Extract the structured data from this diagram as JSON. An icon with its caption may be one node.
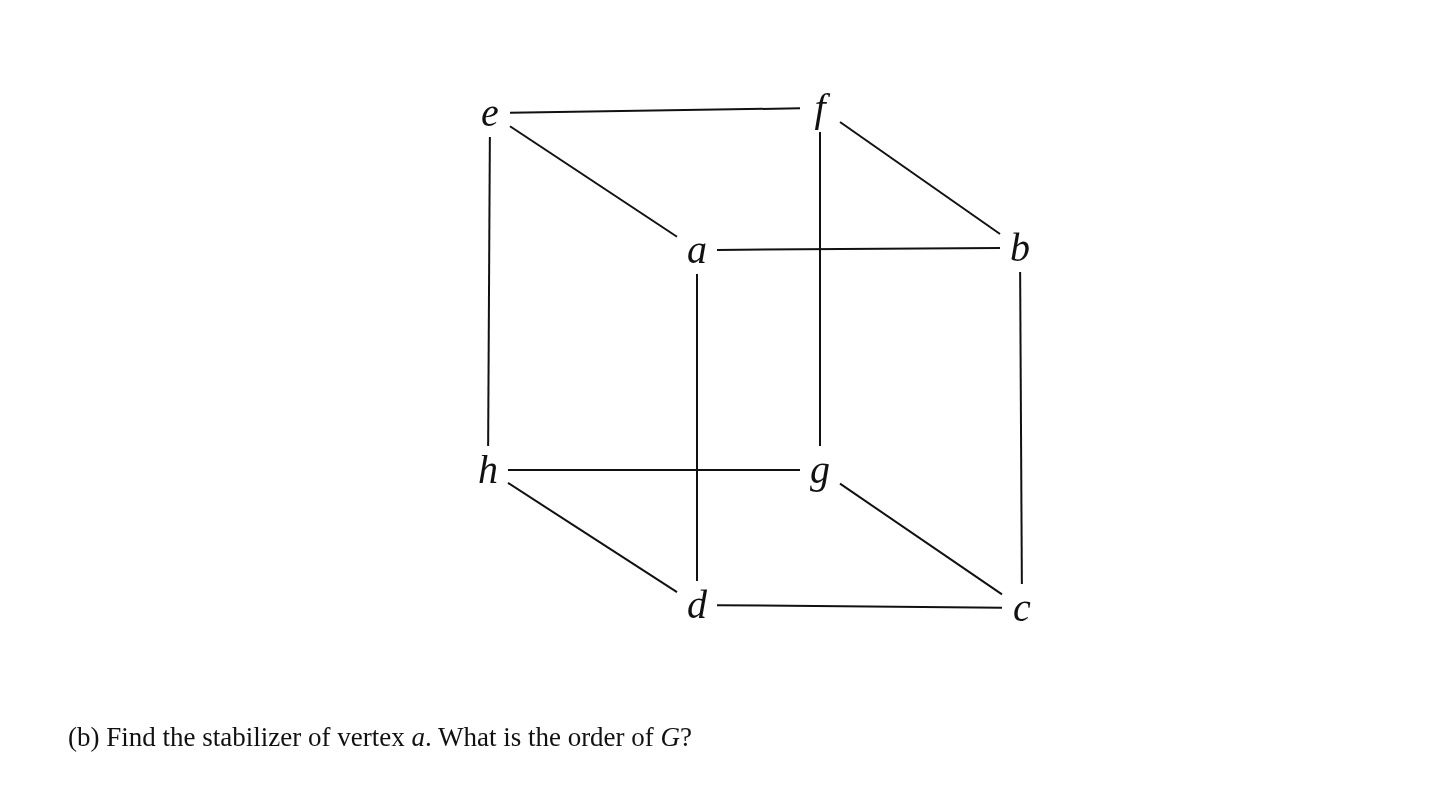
{
  "diagram": {
    "caption": "(b) Find the stabilizer of vertex *a*. What is the order of *G*?",
    "nodes": [
      {
        "text": [
          "e"
        ]
      },
      {
        "text": [
          "f"
        ]
      },
      {
        "text": [
          "a"
        ]
      },
      {
        "text": [
          "b"
        ]
      },
      {
        "text": [
          "h"
        ]
      },
      {
        "text": [
          "g"
        ]
      },
      {
        "text": [
          "d"
        ]
      },
      {
        "text": [
          "c"
        ]
      }
    ],
    "edges": [
      {
        "from": 0,
        "to": 1,
        "arrow": "none"
      },
      {
        "from": 0,
        "to": 2,
        "arrow": "none"
      },
      {
        "from": 0,
        "to": 4,
        "arrow": "none"
      },
      {
        "from": 1,
        "to": 3,
        "arrow": "none"
      },
      {
        "from": 1,
        "to": 5,
        "arrow": "none"
      },
      {
        "from": 2,
        "to": 3,
        "arrow": "none"
      },
      {
        "from": 2,
        "to": 6,
        "arrow": "none"
      },
      {
        "from": 3,
        "to": 7,
        "arrow": "none"
      },
      {
        "from": 4,
        "to": 5,
        "arrow": "none"
      },
      {
        "from": 4,
        "to": 6,
        "arrow": "none"
      },
      {
        "from": 5,
        "to": 7,
        "arrow": "none"
      },
      {
        "from": 6,
        "to": 7,
        "arrow": "none"
      }
    ]
  }
}
